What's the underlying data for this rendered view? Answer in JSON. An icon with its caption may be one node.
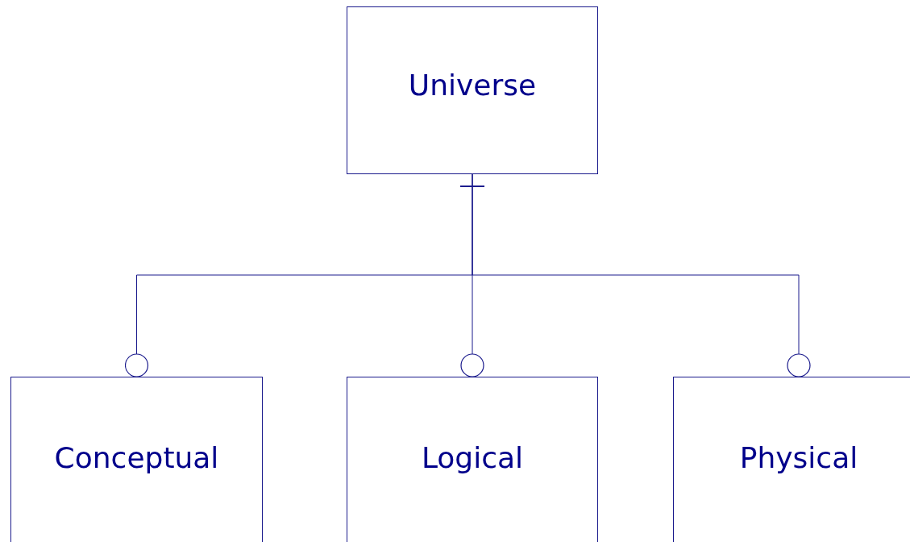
{
  "diagram": {
    "nodes": [
      {
        "text": [
          "Universe"
        ]
      },
      {
        "text": [
          "Conceptual"
        ]
      },
      {
        "text": [
          "Logical"
        ]
      },
      {
        "text": [
          "Physical"
        ]
      }
    ],
    "edges": [
      {
        "from": 0,
        "to": 1,
        "arrow": "other"
      },
      {
        "from": 0,
        "to": 2,
        "arrow": "other"
      },
      {
        "from": 0,
        "to": 3,
        "arrow": "other"
      }
    ]
  }
}
